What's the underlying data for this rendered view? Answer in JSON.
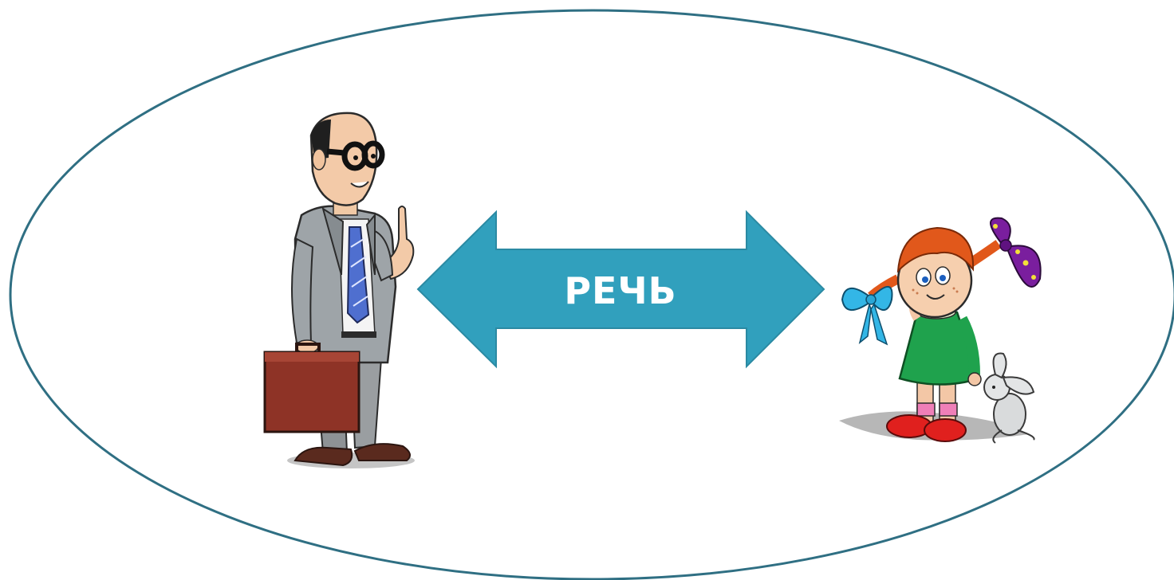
{
  "diagram": {
    "arrow_label": "РЕЧЬ",
    "colors": {
      "ellipse_stroke": "#2f6f83",
      "arrow_fill": "#31a0bd",
      "arrow_stroke": "#2b8aa3",
      "arrow_text": "#ffffff"
    },
    "figures": {
      "left": "man-with-briefcase",
      "right": "girl-with-bunny"
    }
  }
}
